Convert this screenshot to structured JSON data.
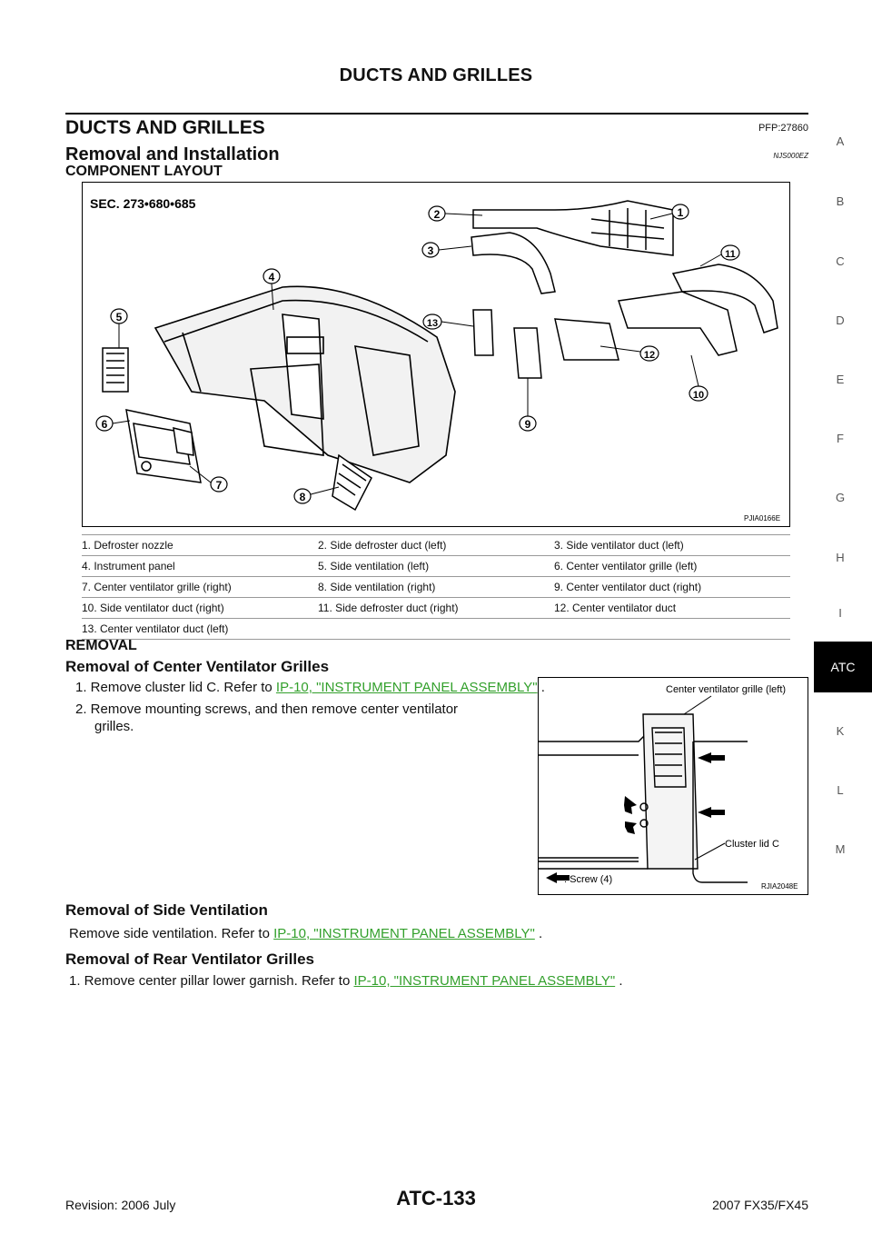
{
  "header": {
    "title": "DUCTS AND GRILLES"
  },
  "section": {
    "title": "DUCTS AND GRILLES",
    "pfp": "PFP:27860",
    "subtitle": "Removal and Installation",
    "code": "NJS000EZ",
    "layout_heading": "COMPONENT LAYOUT"
  },
  "figure1": {
    "sec_label": "SEC. 273•680•685",
    "image_code": "PJIA0166E",
    "callouts": [
      "1",
      "2",
      "3",
      "4",
      "5",
      "6",
      "7",
      "8",
      "9",
      "10",
      "11",
      "12",
      "13"
    ]
  },
  "legend": [
    [
      "1.   Defroster nozzle",
      "2.   Side defroster duct (left)",
      "3.   Side ventilator duct (left)"
    ],
    [
      "4.   Instrument panel",
      "5.   Side ventilation (left)",
      "6.   Center ventilator grille (left)"
    ],
    [
      "7.   Center ventilator grille (right)",
      "8.   Side ventilation (right)",
      "9.   Center ventilator duct (right)"
    ],
    [
      "10. Side ventilator duct (right)",
      "11. Side defroster duct (right)",
      "12. Center ventilator duct"
    ],
    [
      "13. Center ventilator duct (left)",
      "",
      ""
    ]
  ],
  "removal": {
    "heading": "REMOVAL",
    "center_heading": "Removal of Center Ventilator Grilles",
    "step1_prefix": "1.  Remove cluster lid C. Refer to ",
    "step1_link": "IP-10, \"INSTRUMENT PANEL ASSEMBLY\"",
    "step1_suffix": " .",
    "step2_line1": "2.  Remove mounting screws, and then remove center ventilator",
    "step2_line2": "grilles.",
    "side_heading": "Removal of Side Ventilation",
    "side_prefix": "Remove side ventilation. Refer to ",
    "side_link": "IP-10, \"INSTRUMENT PANEL ASSEMBLY\"",
    "side_suffix": " .",
    "rear_heading": "Removal of Rear Ventilator Grilles",
    "rear_prefix": "1.  Remove center pillar lower garnish. Refer to ",
    "rear_link": "IP-10, \"INSTRUMENT PANEL ASSEMBLY\"",
    "rear_suffix": " ."
  },
  "figure2": {
    "label_grille": "Center ventilator grille (left)",
    "label_lid": "Cluster lid C",
    "label_screw": ": Screw (4)",
    "image_code": "RJIA2048E"
  },
  "side_index": [
    "A",
    "B",
    "C",
    "D",
    "E",
    "F",
    "G",
    "H",
    "I",
    "ATC",
    "K",
    "L",
    "M"
  ],
  "footer": {
    "revision": "Revision: 2006 July",
    "page": "ATC-133",
    "model": "2007 FX35/FX45"
  }
}
